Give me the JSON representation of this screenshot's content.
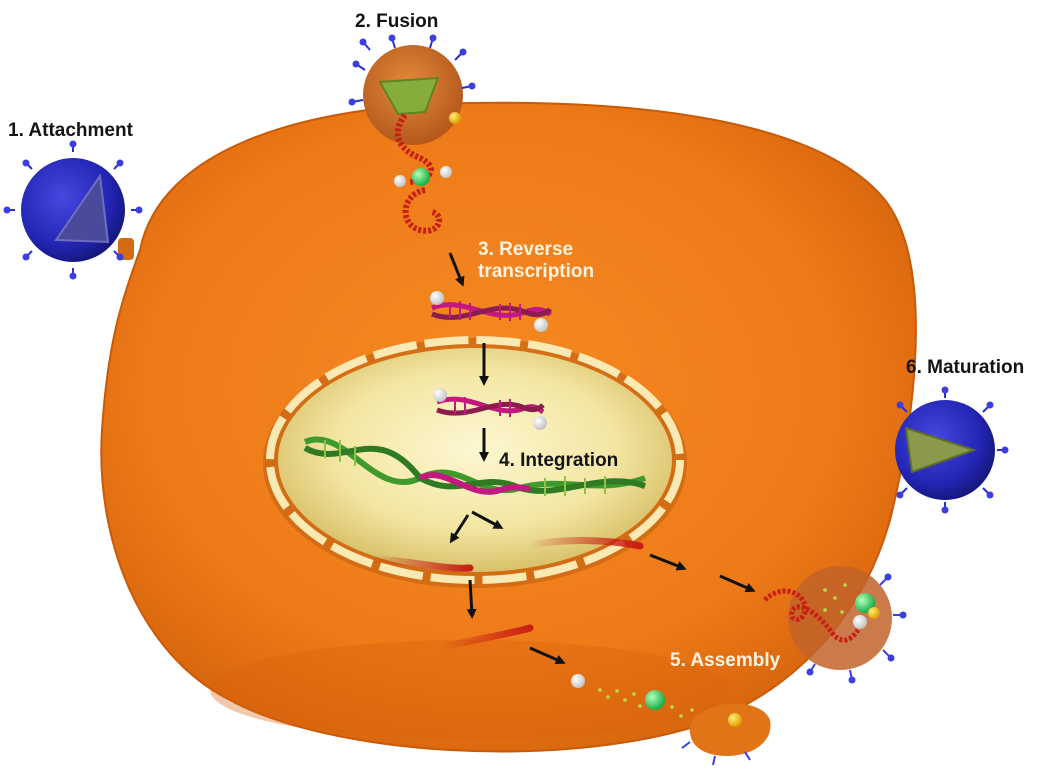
{
  "stages": {
    "attachment": "1. Attachment",
    "fusion": "2. Fusion",
    "reverse_transcription_line1": "3. Reverse",
    "reverse_transcription_line2": "transcription",
    "integration": "4. Integration",
    "assembly": "5. Assembly",
    "maturation": "6. Maturation"
  },
  "colors": {
    "cell": "#ef7d1c",
    "cell_dark": "#c85a08",
    "nucleus": "#f7ecb0",
    "virion": "#2426b8",
    "capsid": "#7fa53a",
    "rna": "#c81e14",
    "dna_magenta": "#c2187f",
    "host_dna": "#3f9a2c",
    "arrow": "#111111"
  }
}
